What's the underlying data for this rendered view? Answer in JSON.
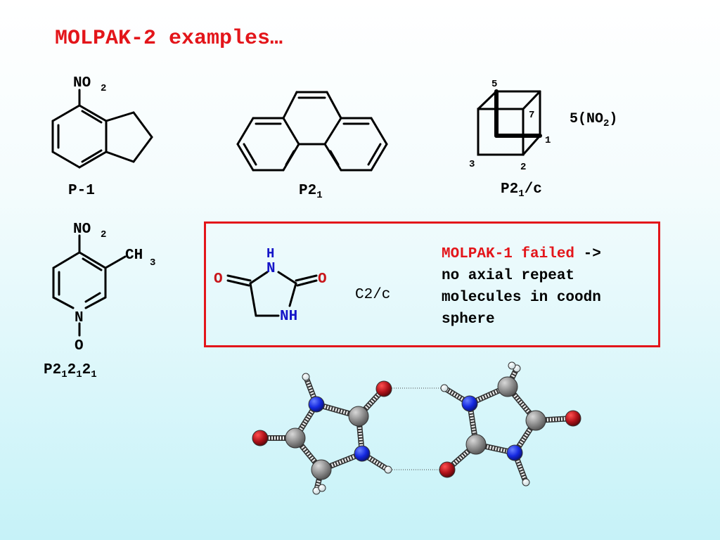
{
  "slide": {
    "title": "MOLPAK-2 examples…"
  },
  "examples": [
    {
      "id": "indane",
      "group": "P-1",
      "substituents": [
        "NO",
        "2"
      ]
    },
    {
      "id": "phenanthrene",
      "group_main": "P2",
      "group_sub": "1"
    },
    {
      "id": "cubane",
      "group_main": "P2",
      "group_sub": "1",
      "group_tail": "/c",
      "formula_main": "5(NO",
      "formula_sub": "2",
      "formula_tail": ")",
      "vertex_labels": [
        "5",
        "7",
        "1",
        "3",
        "2"
      ]
    },
    {
      "id": "pyridine-oxide",
      "group_parts": [
        "P2",
        "1",
        "2",
        "1",
        "2",
        "1"
      ],
      "atoms": {
        "nitro": "NO",
        "nitro_sub": "2",
        "methyl": "CH",
        "methyl_sub": "3",
        "n": "N",
        "o": "O"
      }
    },
    {
      "id": "hydantoin",
      "group": "C2/c",
      "atoms": {
        "h": "H",
        "n1": "N",
        "o_left": "O",
        "o_right": "O",
        "nh": "NH"
      }
    }
  ],
  "note": {
    "highlight": "MOLPAK-1 failed",
    "arrow": "->",
    "line2": "no axial repeat",
    "line3": "molecules in coodn",
    "line4": "sphere"
  },
  "colors": {
    "title": "#e3151a",
    "box_border": "#e3151a",
    "hetero_atom": "#1515c8",
    "oxygen": "#c8161a",
    "carbon_ball": "#8c8c8c",
    "nitrogen_ball": "#1428e0",
    "oxygen_ball": "#b0121a"
  }
}
